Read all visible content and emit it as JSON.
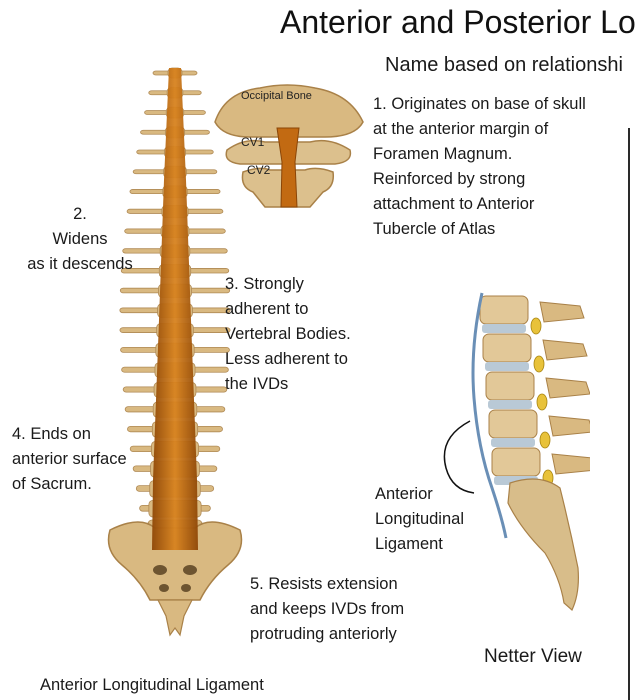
{
  "slide": {
    "title": "Anterior and Posterior Lo",
    "subtitle": "Name based on relationshi"
  },
  "annotations": {
    "originates": "1. Originates on base of skull\nat the anterior margin of\nForamen Magnum.\nReinforced by strong\nattachment to Anterior\nTubercle of Atlas",
    "widens": "2.\nWidens\nas it descends",
    "adherent": "3. Strongly\nadherent to\nVertebral Bodies.\nLess adherent to\nthe IVDs",
    "ends": "4. Ends on\nanterior surface\nof Sacrum.",
    "resists": "5. Resists extension\nand keeps IVDs from\nprotruding anteriorly"
  },
  "skull_inset": {
    "occipital_label": "Occipital Bone",
    "cv1_label": "CV1",
    "cv2_label": "CV2"
  },
  "netter": {
    "ligament_label": "Anterior\nLongitudinal\nLigament",
    "caption": "Netter View"
  },
  "figure_caption": "Anterior Longitudinal Ligament",
  "colors": {
    "bone": "#d9b981",
    "bone_dark": "#b08a55",
    "ligament": "#c56d14",
    "ligament_dark": "#9a4f08"
  }
}
